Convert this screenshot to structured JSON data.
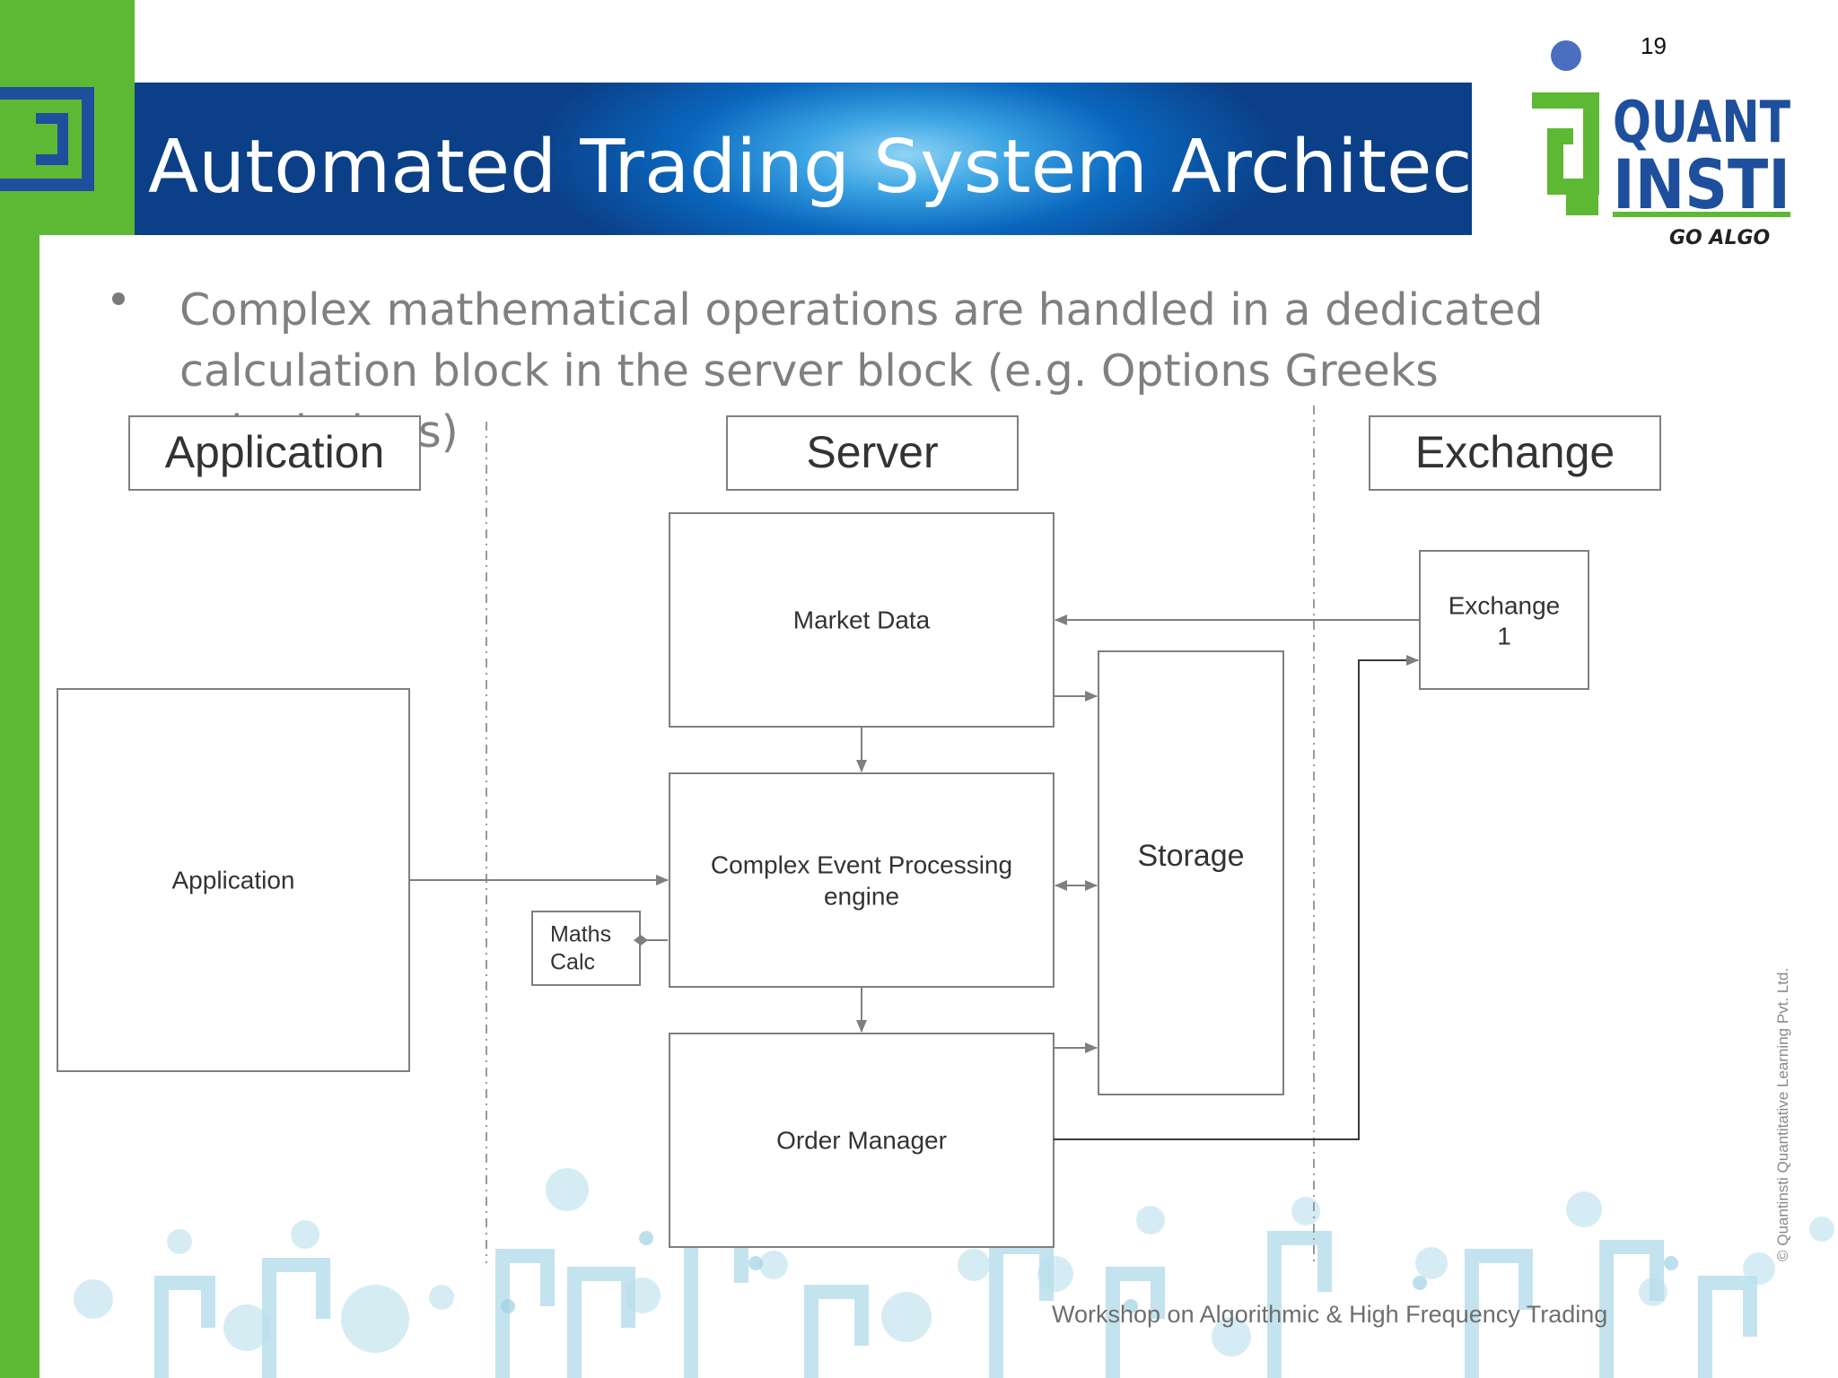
{
  "slide": {
    "page_number": "19",
    "title": "Automated Trading System Architecture",
    "bullet": "Complex mathematical operations are handled in a dedicated calculation block in the server block (e.g. Options Greeks calculations)",
    "footer": "Workshop on Algorithmic & High Frequency Trading",
    "copyright": "© Quantinsti Quantitative Learning Pvt. Ltd."
  },
  "logo": {
    "line1": "QUANT",
    "line2": "INSTI",
    "tagline": "GO ALGO"
  },
  "diagram": {
    "sections": {
      "application": "Application",
      "server": "Server",
      "exchange": "Exchange"
    },
    "nodes": {
      "market_data": "Market Data",
      "cep_line1": "Complex Event Processing",
      "cep_line2": "engine",
      "order_manager": "Order Manager",
      "storage": "Storage",
      "application": "Application",
      "maths_line1": "Maths",
      "maths_line2": "Calc",
      "exchange_line1": "Exchange",
      "exchange_line2": "1"
    }
  },
  "colors": {
    "green": "#5db833",
    "blue_dark": "#0b3f87",
    "blue_light": "#8fd3f5",
    "box_stroke": "#7f7f7f",
    "text_grey": "#808080"
  }
}
